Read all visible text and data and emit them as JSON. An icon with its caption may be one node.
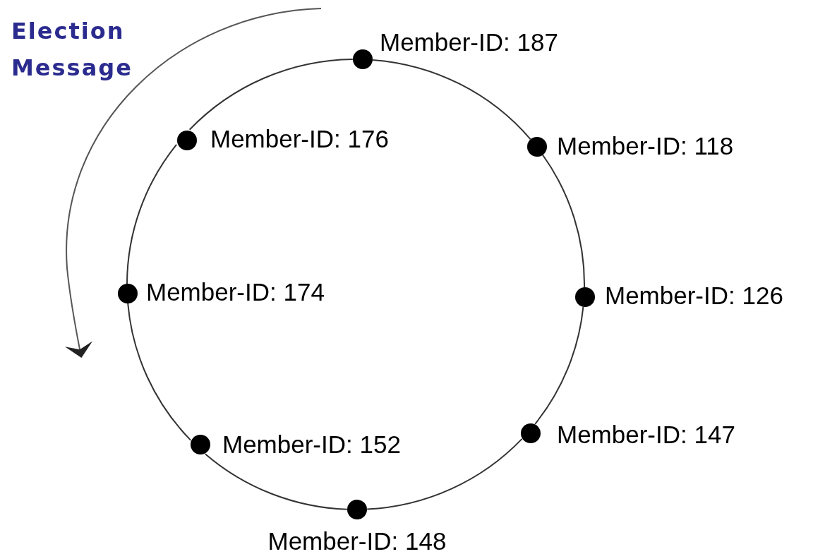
{
  "diagram": {
    "nodes": [
      {
        "text": [
          "Member-ID: 187"
        ]
      },
      {
        "text": [
          "Member-ID: 176"
        ]
      },
      {
        "text": [
          "Member-ID: 118"
        ]
      },
      {
        "text": [
          "Member-ID: 174"
        ]
      },
      {
        "text": [
          "Member-ID: 126"
        ]
      },
      {
        "text": [
          "Member-ID: 152"
        ]
      },
      {
        "text": [
          "Member-ID: 147"
        ]
      },
      {
        "text": [
          "Member-ID: 148"
        ]
      }
    ],
    "edges": [
      {
        "from": 0,
        "to": 2,
        "arrow": "none"
      },
      {
        "from": 2,
        "to": 4,
        "arrow": "none"
      },
      {
        "from": 4,
        "to": 6,
        "arrow": "none"
      },
      {
        "from": 6,
        "to": 7,
        "arrow": "none"
      },
      {
        "from": 7,
        "to": 5,
        "arrow": "none"
      },
      {
        "from": 5,
        "to": 3,
        "arrow": "none"
      },
      {
        "from": 3,
        "to": 1,
        "arrow": "none"
      },
      {
        "from": 1,
        "to": 0,
        "arrow": "none"
      }
    ],
    "labels": [
      "Election Message"
    ]
  }
}
